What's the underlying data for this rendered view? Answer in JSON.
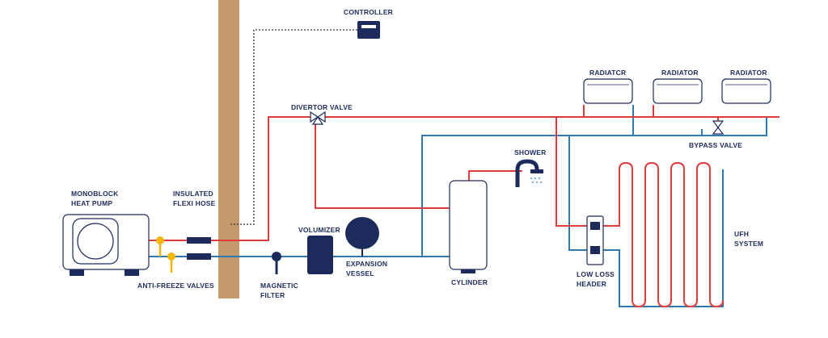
{
  "labels": {
    "controller": "CONTROLLER",
    "divertor_valve": "DIVERTOR VALVE",
    "radiator_1": "RADIATCR",
    "radiator_2": "RADIATOR",
    "radiator_3": "RADIATOR",
    "bypass_valve": "BYPASS VALVE",
    "shower": "SHOWER",
    "heat_pump_line1": "MONOBLOCK",
    "heat_pump_line2": "HEAT PUMP",
    "flexi_hose_line1": "INSULATED",
    "flexi_hose_line2": "FLEXI HOSE",
    "volumizer": "VOLUMIZER",
    "expansion_line1": "EXPANSION",
    "expansion_line2": "VESSEL",
    "ufh_line1": "UFH",
    "ufh_line2": "SYSTEM",
    "anti_freeze": "ANTI-FREEZE VALVES",
    "magnetic_line1": "MAGNETIC",
    "magnetic_line2": "FILTER",
    "cylinder": "CYLINDER",
    "low_loss_line1": "LOW LOSS",
    "low_loss_line2": "HEADER"
  },
  "colors": {
    "flow_hot": "#e03a3a",
    "return_cold": "#2f78b0",
    "component_navy": "#1d2b5c",
    "wall": "#c49a6c",
    "anti_freeze_valve": "#f2b705"
  }
}
